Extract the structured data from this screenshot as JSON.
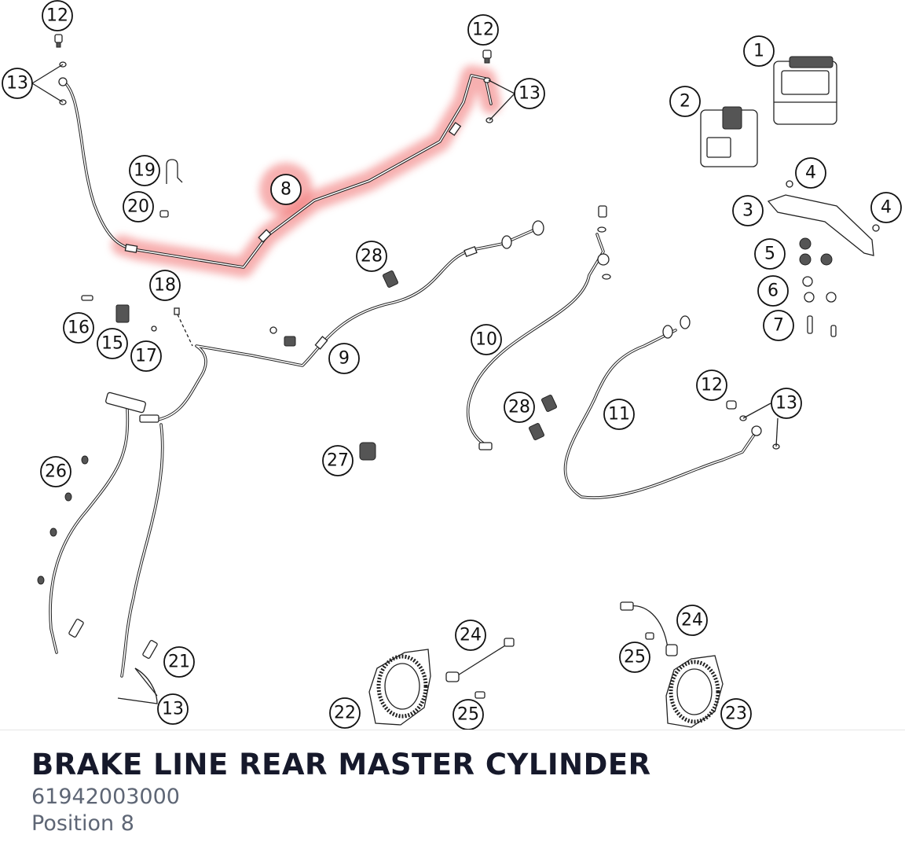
{
  "part": {
    "title": "BRAKE LINE REAR MASTER CYLINDER",
    "number": "61942003000",
    "position_label": "Position 8"
  },
  "highlight": {
    "callout": "8",
    "color": "#f07070"
  },
  "callouts": [
    "1",
    "2",
    "3",
    "4",
    "4",
    "5",
    "6",
    "7",
    "8",
    "9",
    "10",
    "11",
    "12",
    "12",
    "12",
    "13",
    "13",
    "13",
    "13",
    "15",
    "16",
    "17",
    "18",
    "19",
    "20",
    "21",
    "22",
    "23",
    "24",
    "24",
    "25",
    "25",
    "26",
    "27",
    "28",
    "28"
  ]
}
